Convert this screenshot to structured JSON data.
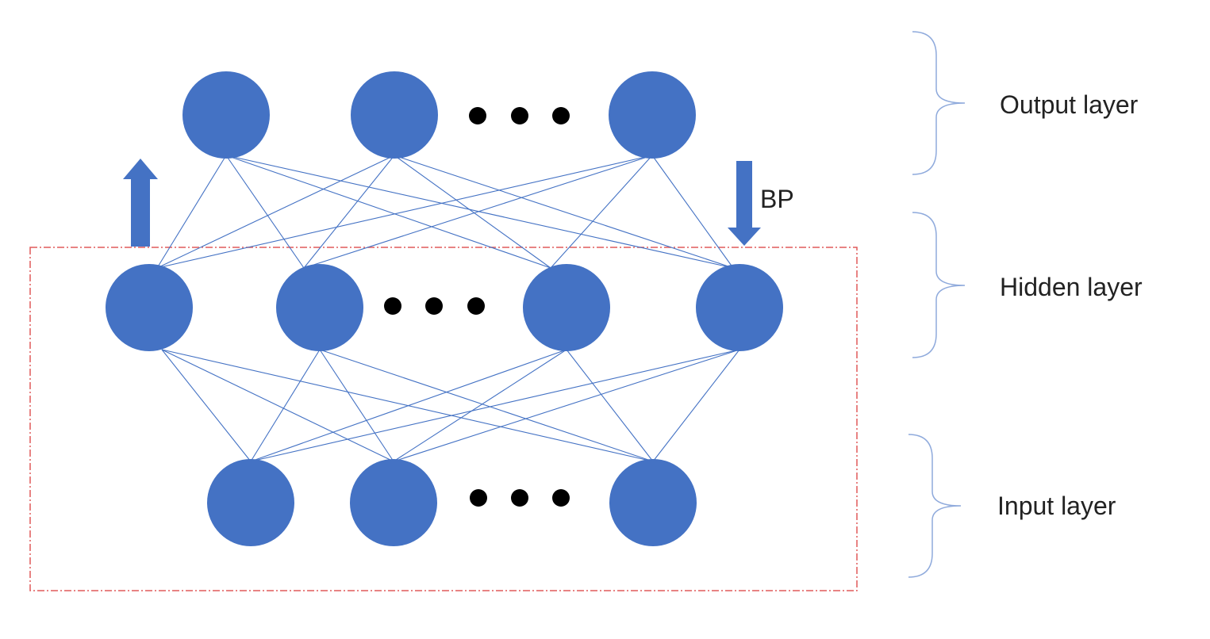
{
  "labels": {
    "output_layer": "Output layer",
    "hidden_layer": "Hidden layer",
    "input_layer": "Input layer",
    "bp": "BP"
  },
  "colors": {
    "node": "#4472C4",
    "edge": "#4472C4",
    "arrow": "#4472C4",
    "brace": "#8FAADC",
    "dots": "#000000",
    "box": "#E05A5A"
  },
  "icons": {
    "forward": "up-arrow-icon",
    "backward": "down-arrow-icon",
    "ellipsis": "ellipsis-icon",
    "bracket": "curly-brace-icon"
  },
  "network": {
    "output_nodes": 3,
    "hidden_nodes": 4,
    "input_nodes": 3
  }
}
